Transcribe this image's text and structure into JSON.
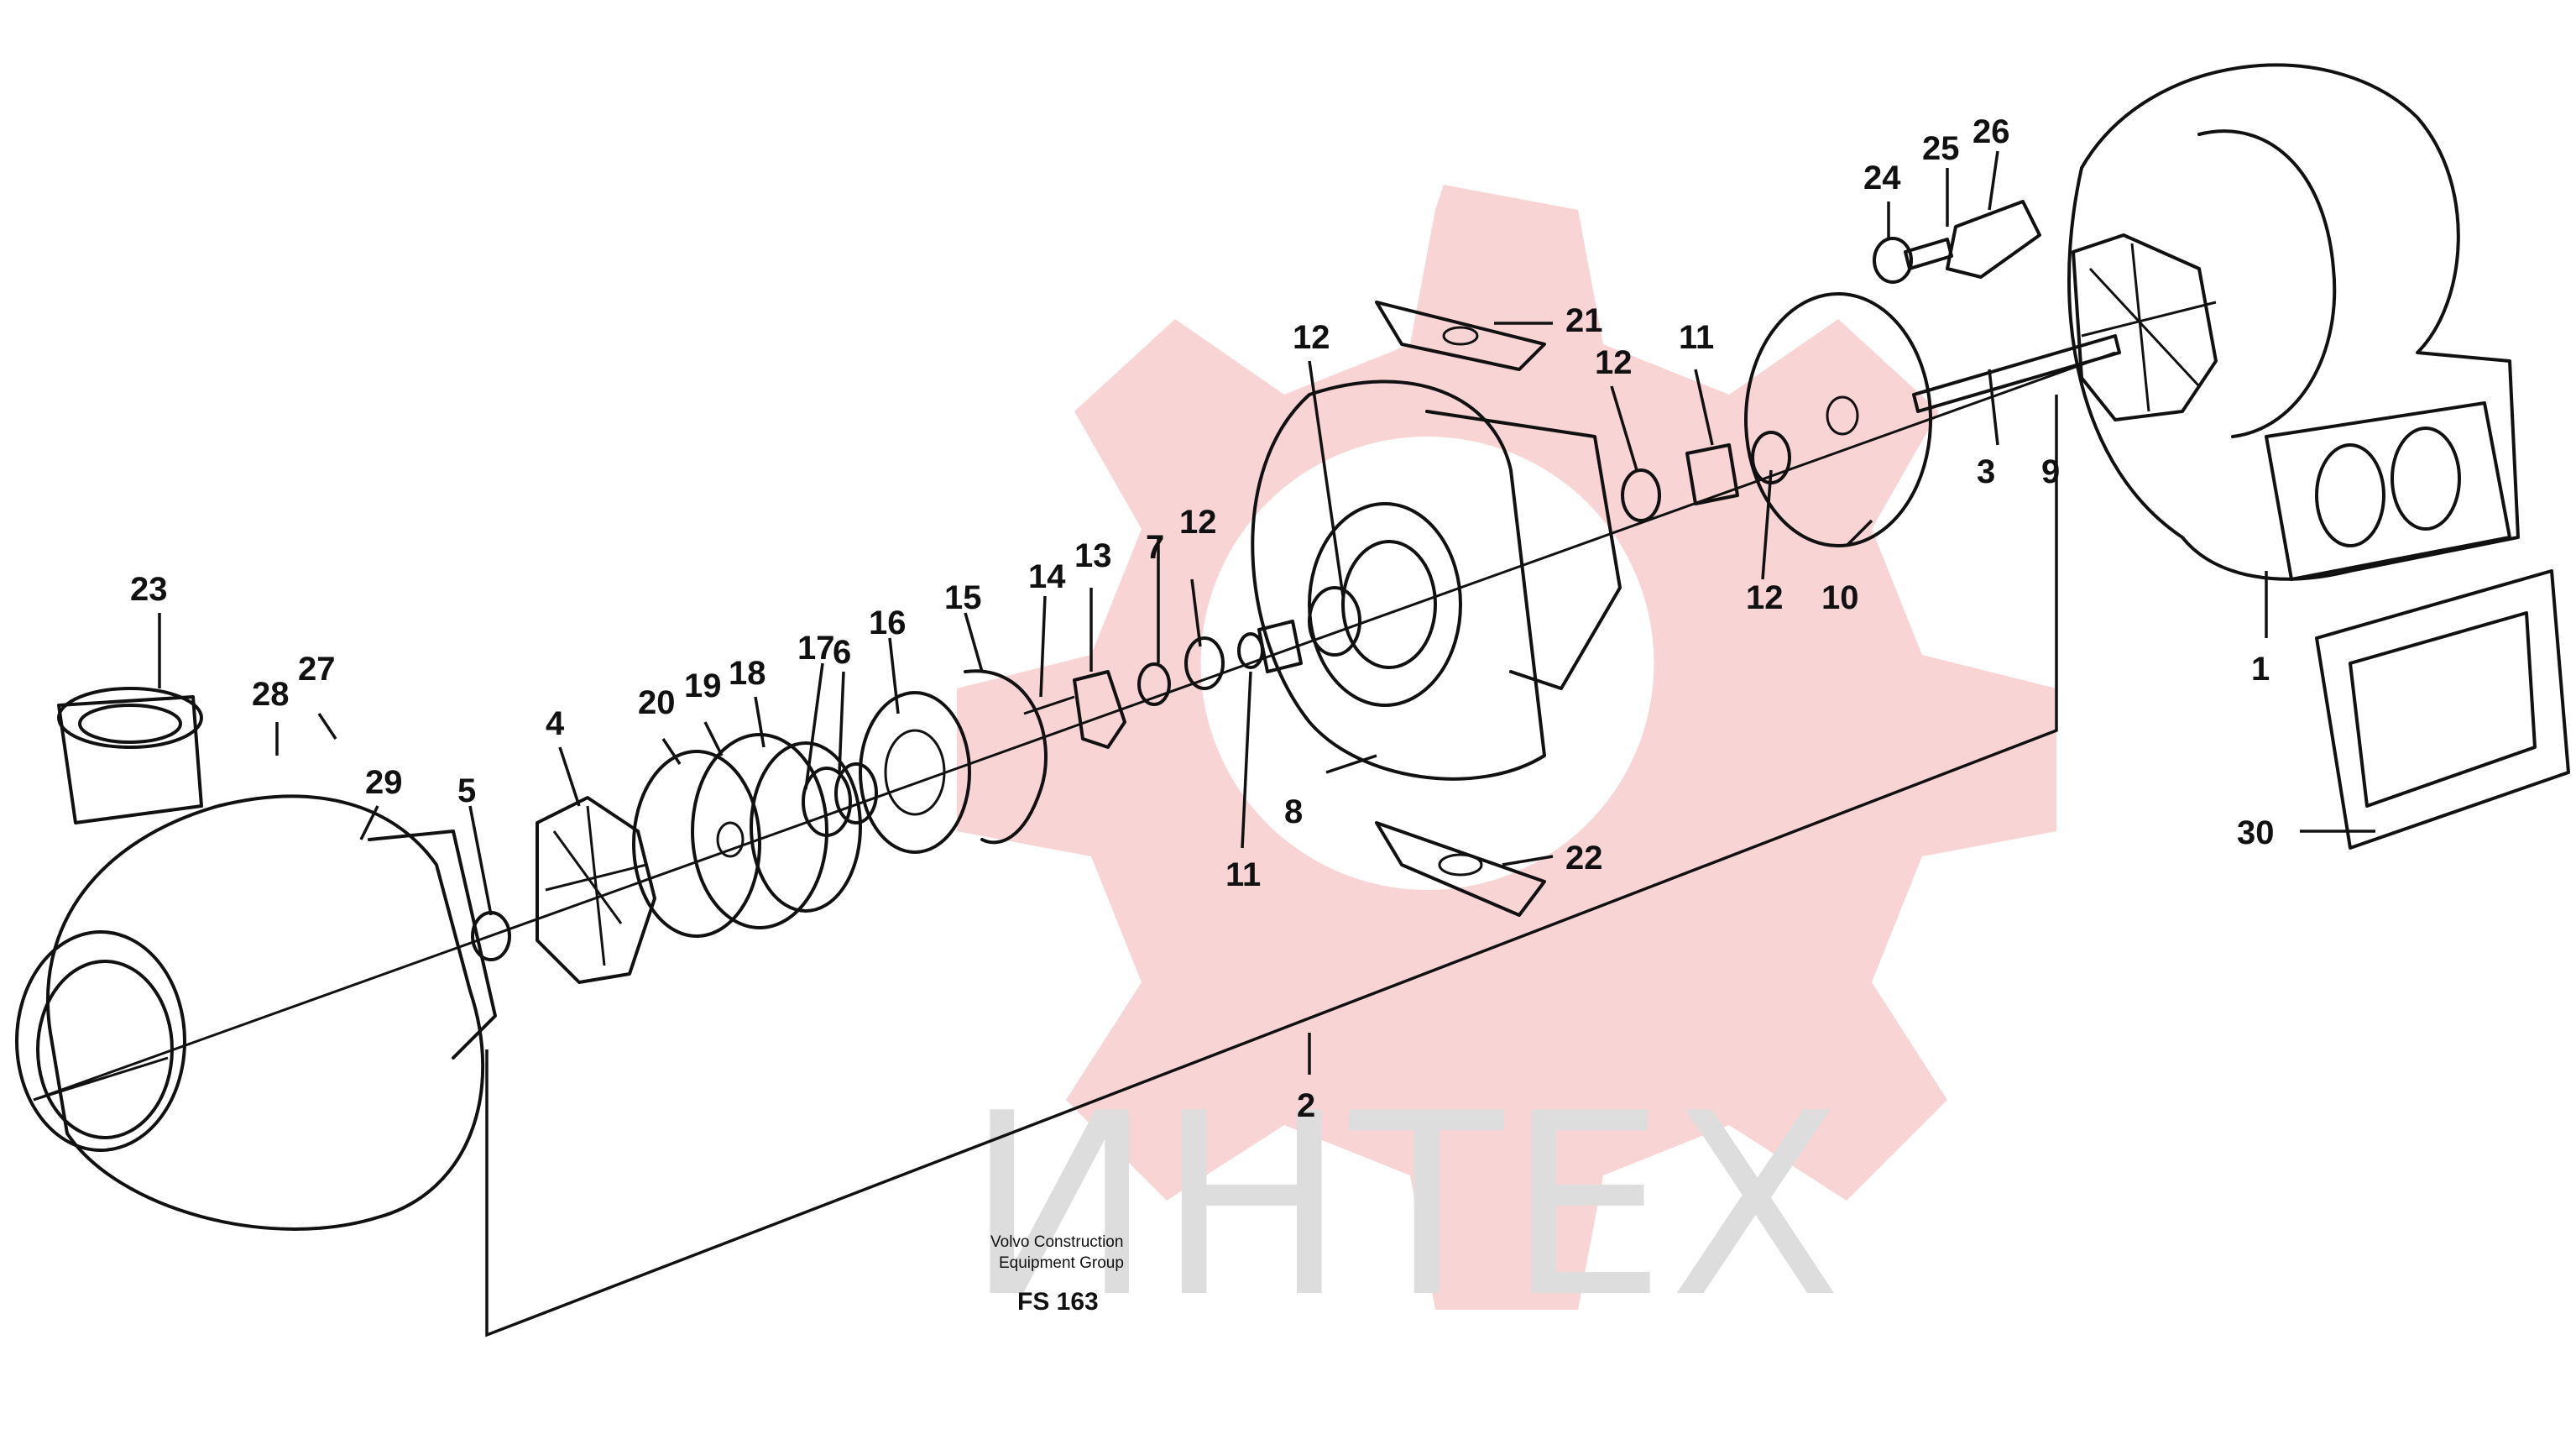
{
  "watermark": {
    "text": "ИНТЕХ",
    "gear_color": "#f6c6c6",
    "text_color": "#dddddd"
  },
  "footer": {
    "line1": "Volvo Construction",
    "line2": "Equipment Group",
    "code": "FS 163"
  },
  "callouts": {
    "c1": "1",
    "c2": "2",
    "c3": "3",
    "c4": "4",
    "c5": "5",
    "c6": "6",
    "c7": "7",
    "c8": "8",
    "c9": "9",
    "c10": "10",
    "c11a": "11",
    "c11b": "11",
    "c12a": "12",
    "c12b": "12",
    "c12c": "12",
    "c12d": "12",
    "c13": "13",
    "c14": "14",
    "c15": "15",
    "c16": "16",
    "c17": "17",
    "c18": "18",
    "c19": "19",
    "c20": "20",
    "c21": "21",
    "c22": "22",
    "c23": "23",
    "c24": "24",
    "c25": "25",
    "c26": "26",
    "c27": "27",
    "c28": "28",
    "c29": "29",
    "c30": "30"
  }
}
